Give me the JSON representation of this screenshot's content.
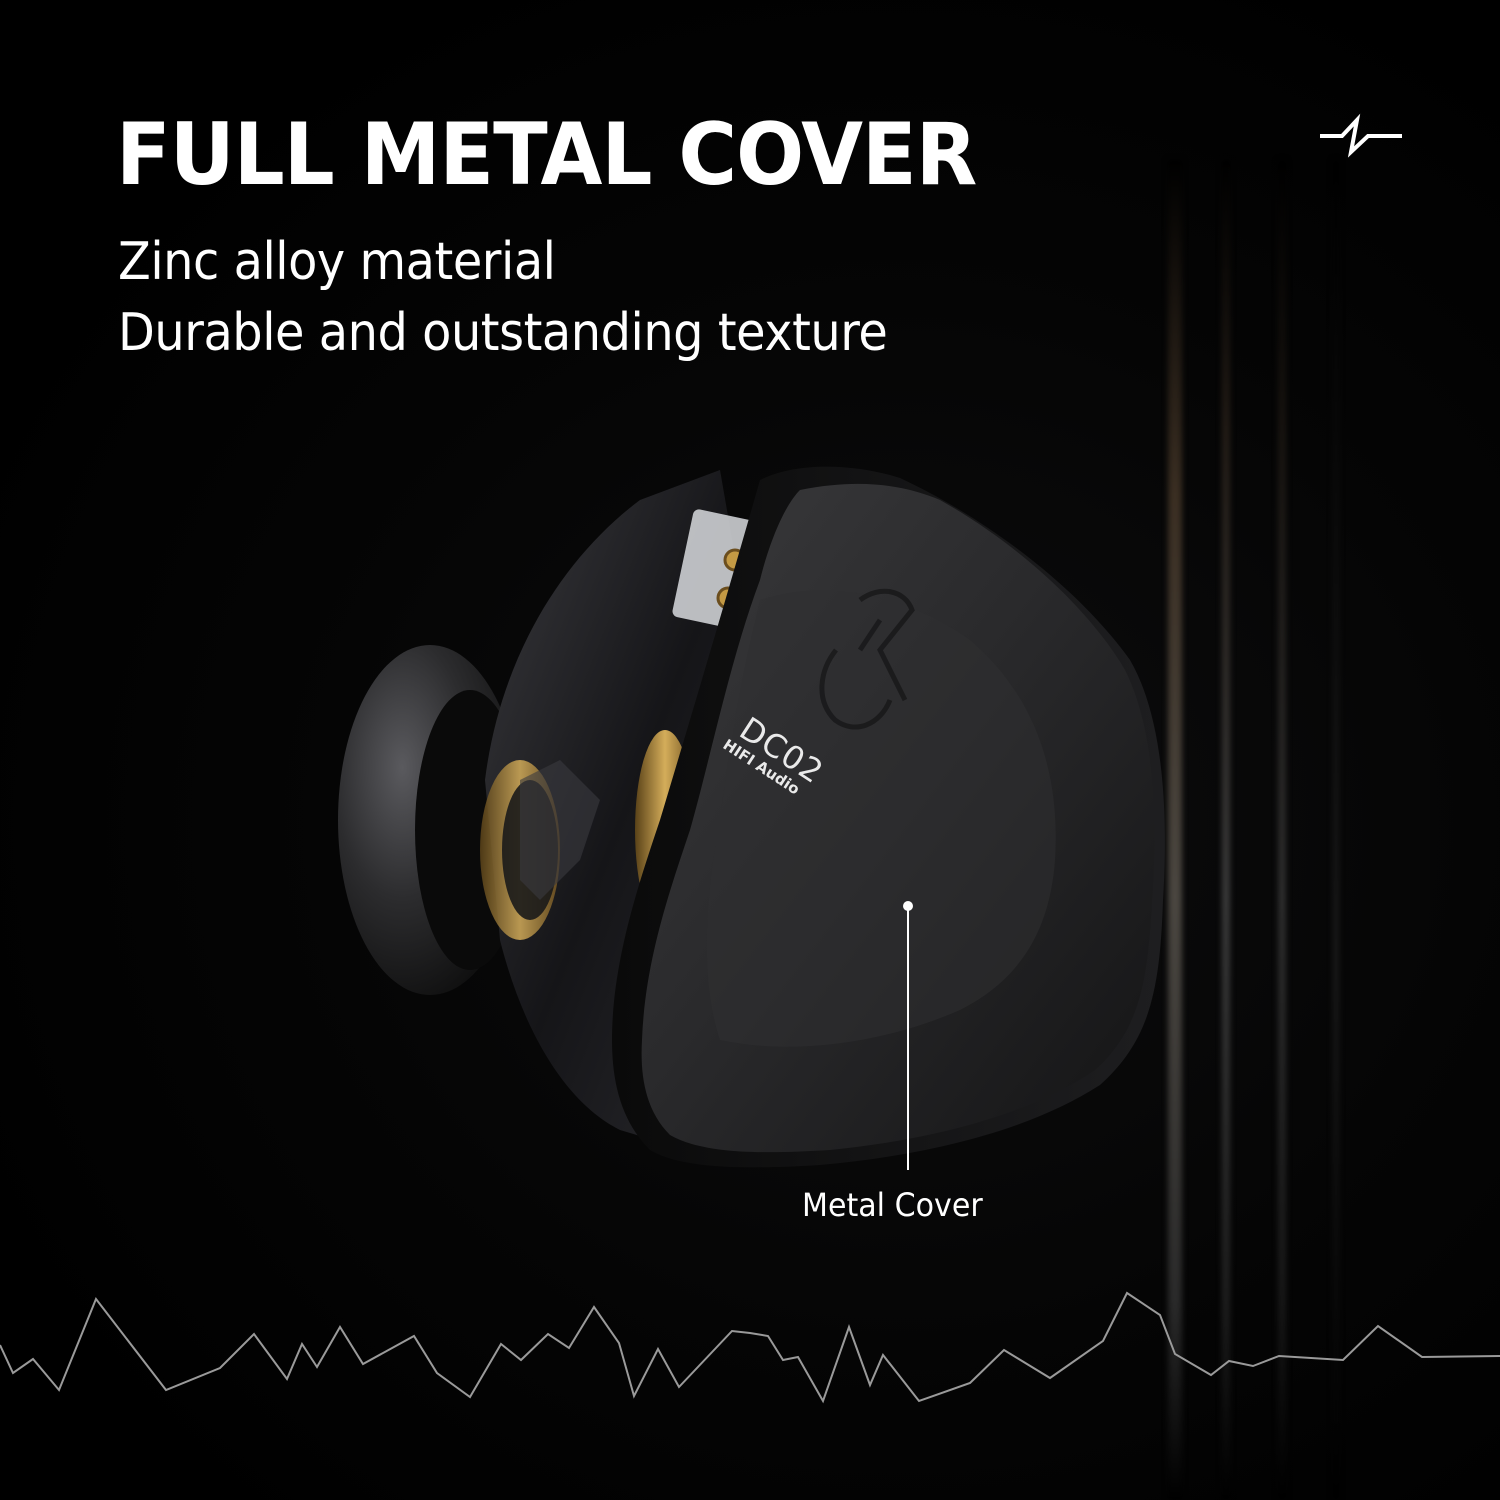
{
  "headline": {
    "title": "FULL METAL COVER",
    "lines": [
      "Zinc alloy material",
      "Durable and outstanding texture"
    ]
  },
  "icons": {
    "top_right": "pulse-icon"
  },
  "product": {
    "model": "DC02",
    "model_subtitle": "HIFI Audio",
    "callout_label": "Metal Cover"
  },
  "colors": {
    "background": "#000000",
    "text": "#ffffff",
    "shell": "#2a2a2c",
    "gold": "#b8923a",
    "waveform": "#9a9a9a"
  }
}
